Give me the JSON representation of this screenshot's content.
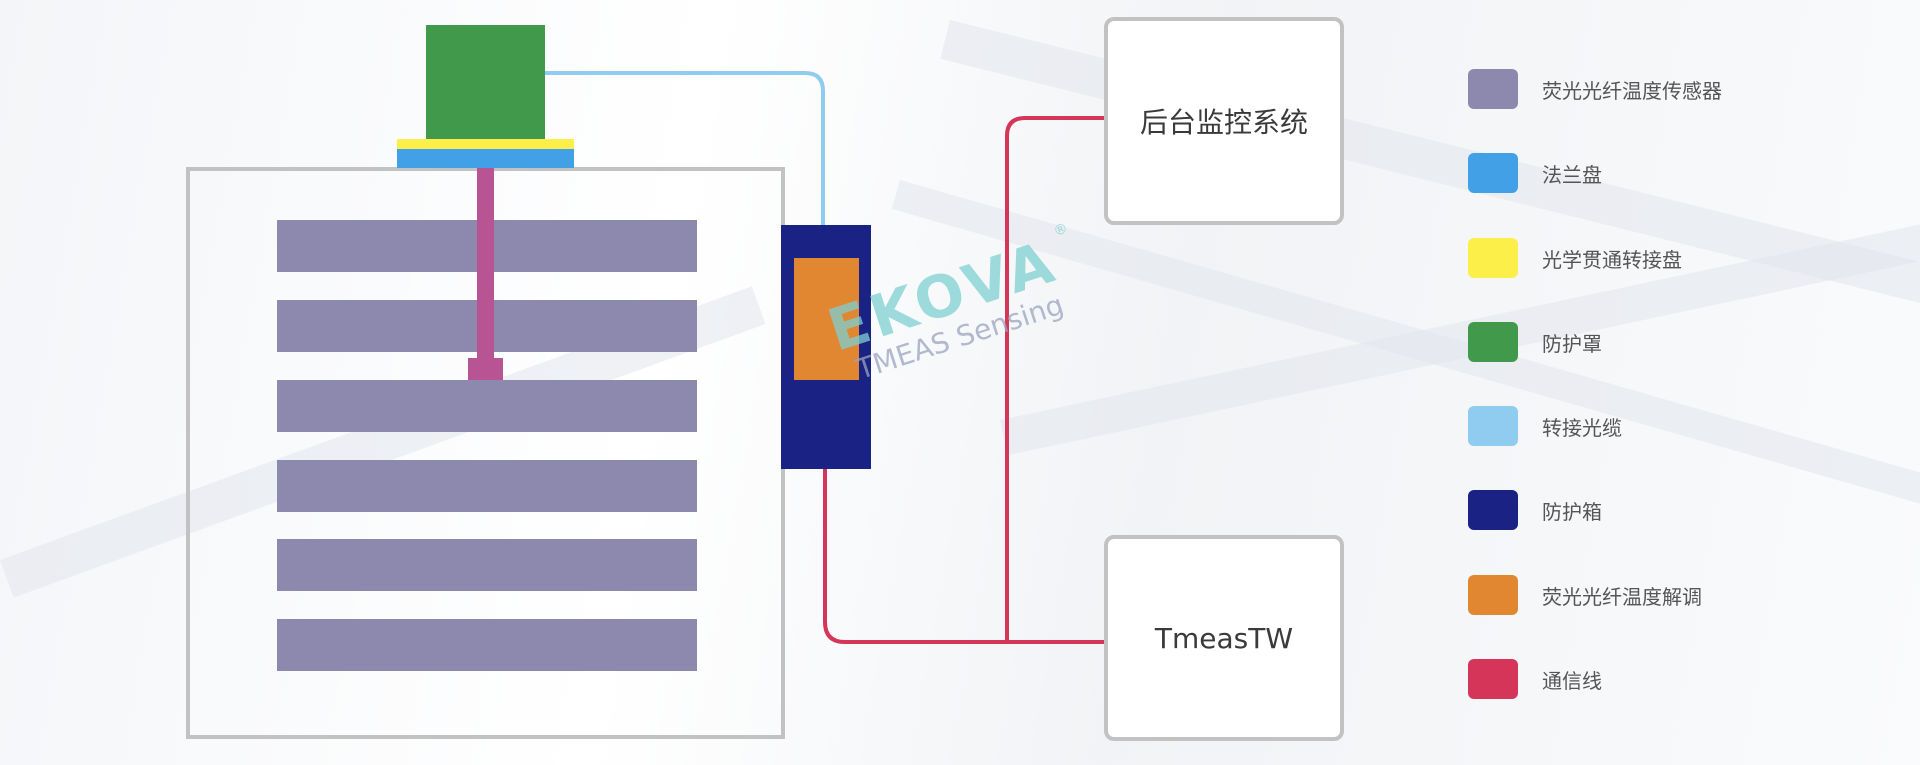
{
  "boxes": {
    "monitor_label": "后台监控系统",
    "tmeas_label": "TmeasTW"
  },
  "watermark": {
    "brand": "EKOVA",
    "sub": "TMEAS Sensing",
    "reg": "®"
  },
  "legend": [
    {
      "label": "荧光光纤温度传感器",
      "color": "#8c88ae"
    },
    {
      "label": "法兰盘",
      "color": "#42a0e6"
    },
    {
      "label": "光学贯通转接盘",
      "color": "#fcef4a"
    },
    {
      "label": "防护罩",
      "color": "#41994b"
    },
    {
      "label": "转接光缆",
      "color": "#90ccf0"
    },
    {
      "label": "防护箱",
      "color": "#1a2284"
    },
    {
      "label": "荧光光纤温度解调",
      "color": "#e28731"
    },
    {
      "label": "通信线",
      "color": "#d53558"
    }
  ]
}
